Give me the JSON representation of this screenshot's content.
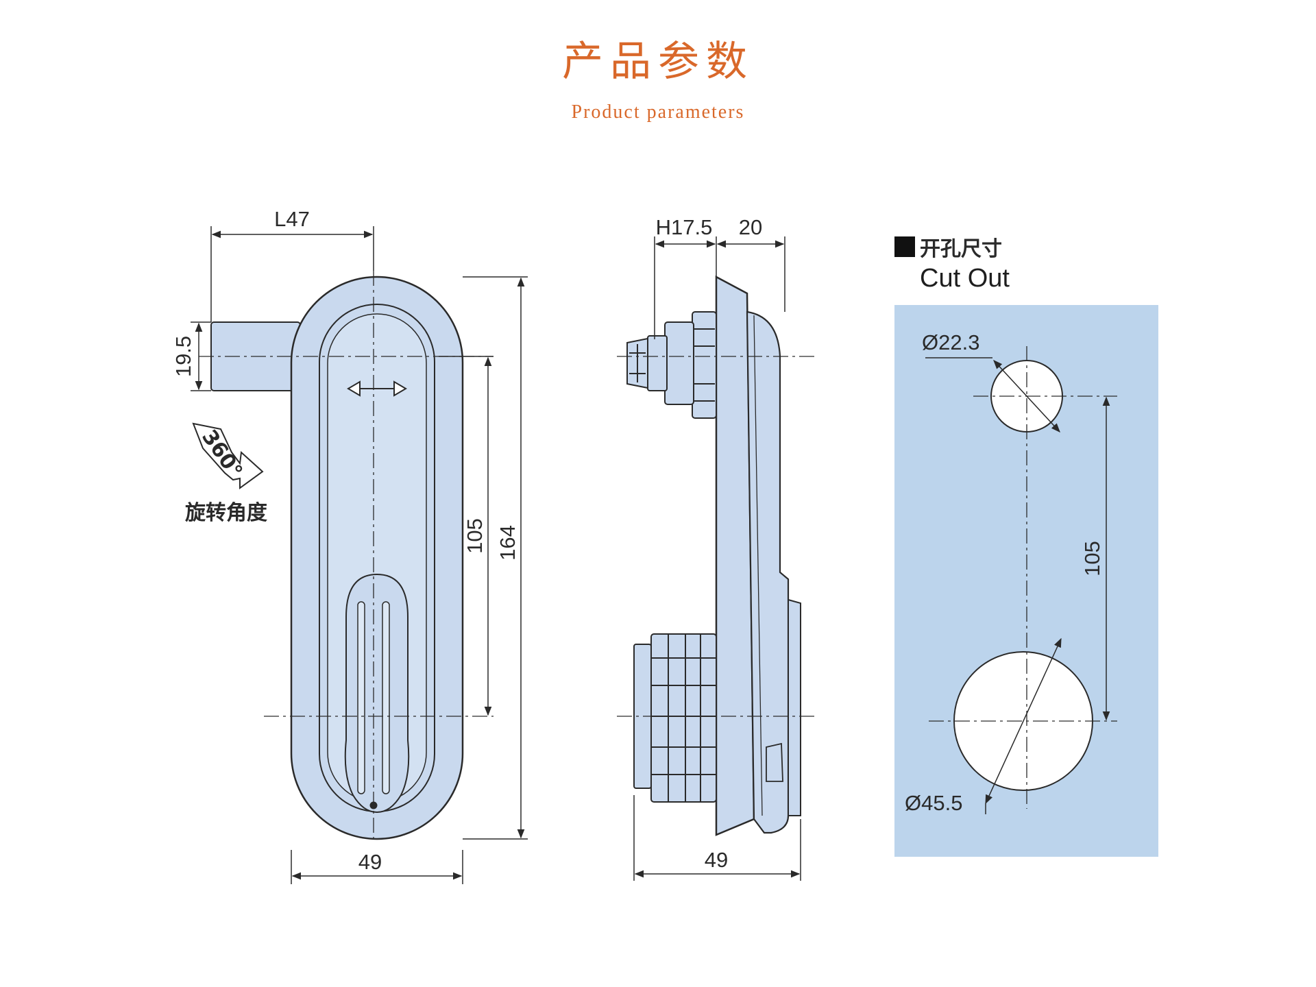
{
  "header": {
    "title_cn": "产品参数",
    "title_en": "Product parameters"
  },
  "front_view": {
    "dim_length": "L47",
    "dim_height_offset": "19.5",
    "dim_center_distance": "105",
    "dim_total_height": "164",
    "dim_width": "49",
    "rotation_badge": "360°",
    "rotation_label": "旋转角度"
  },
  "side_view": {
    "dim_h": "H17.5",
    "dim_thickness": "20",
    "dim_width": "49"
  },
  "cutout": {
    "title_cn": "开孔尺寸",
    "title_en": "Cut Out",
    "dim_small_hole": "Ø22.3",
    "dim_large_hole": "Ø45.5",
    "dim_center_distance": "105"
  },
  "colors": {
    "accent": "#d9682a",
    "part_fill": "#c9d9ee",
    "cutout_panel": "#bcd4ec",
    "line": "#2a2a2a"
  }
}
